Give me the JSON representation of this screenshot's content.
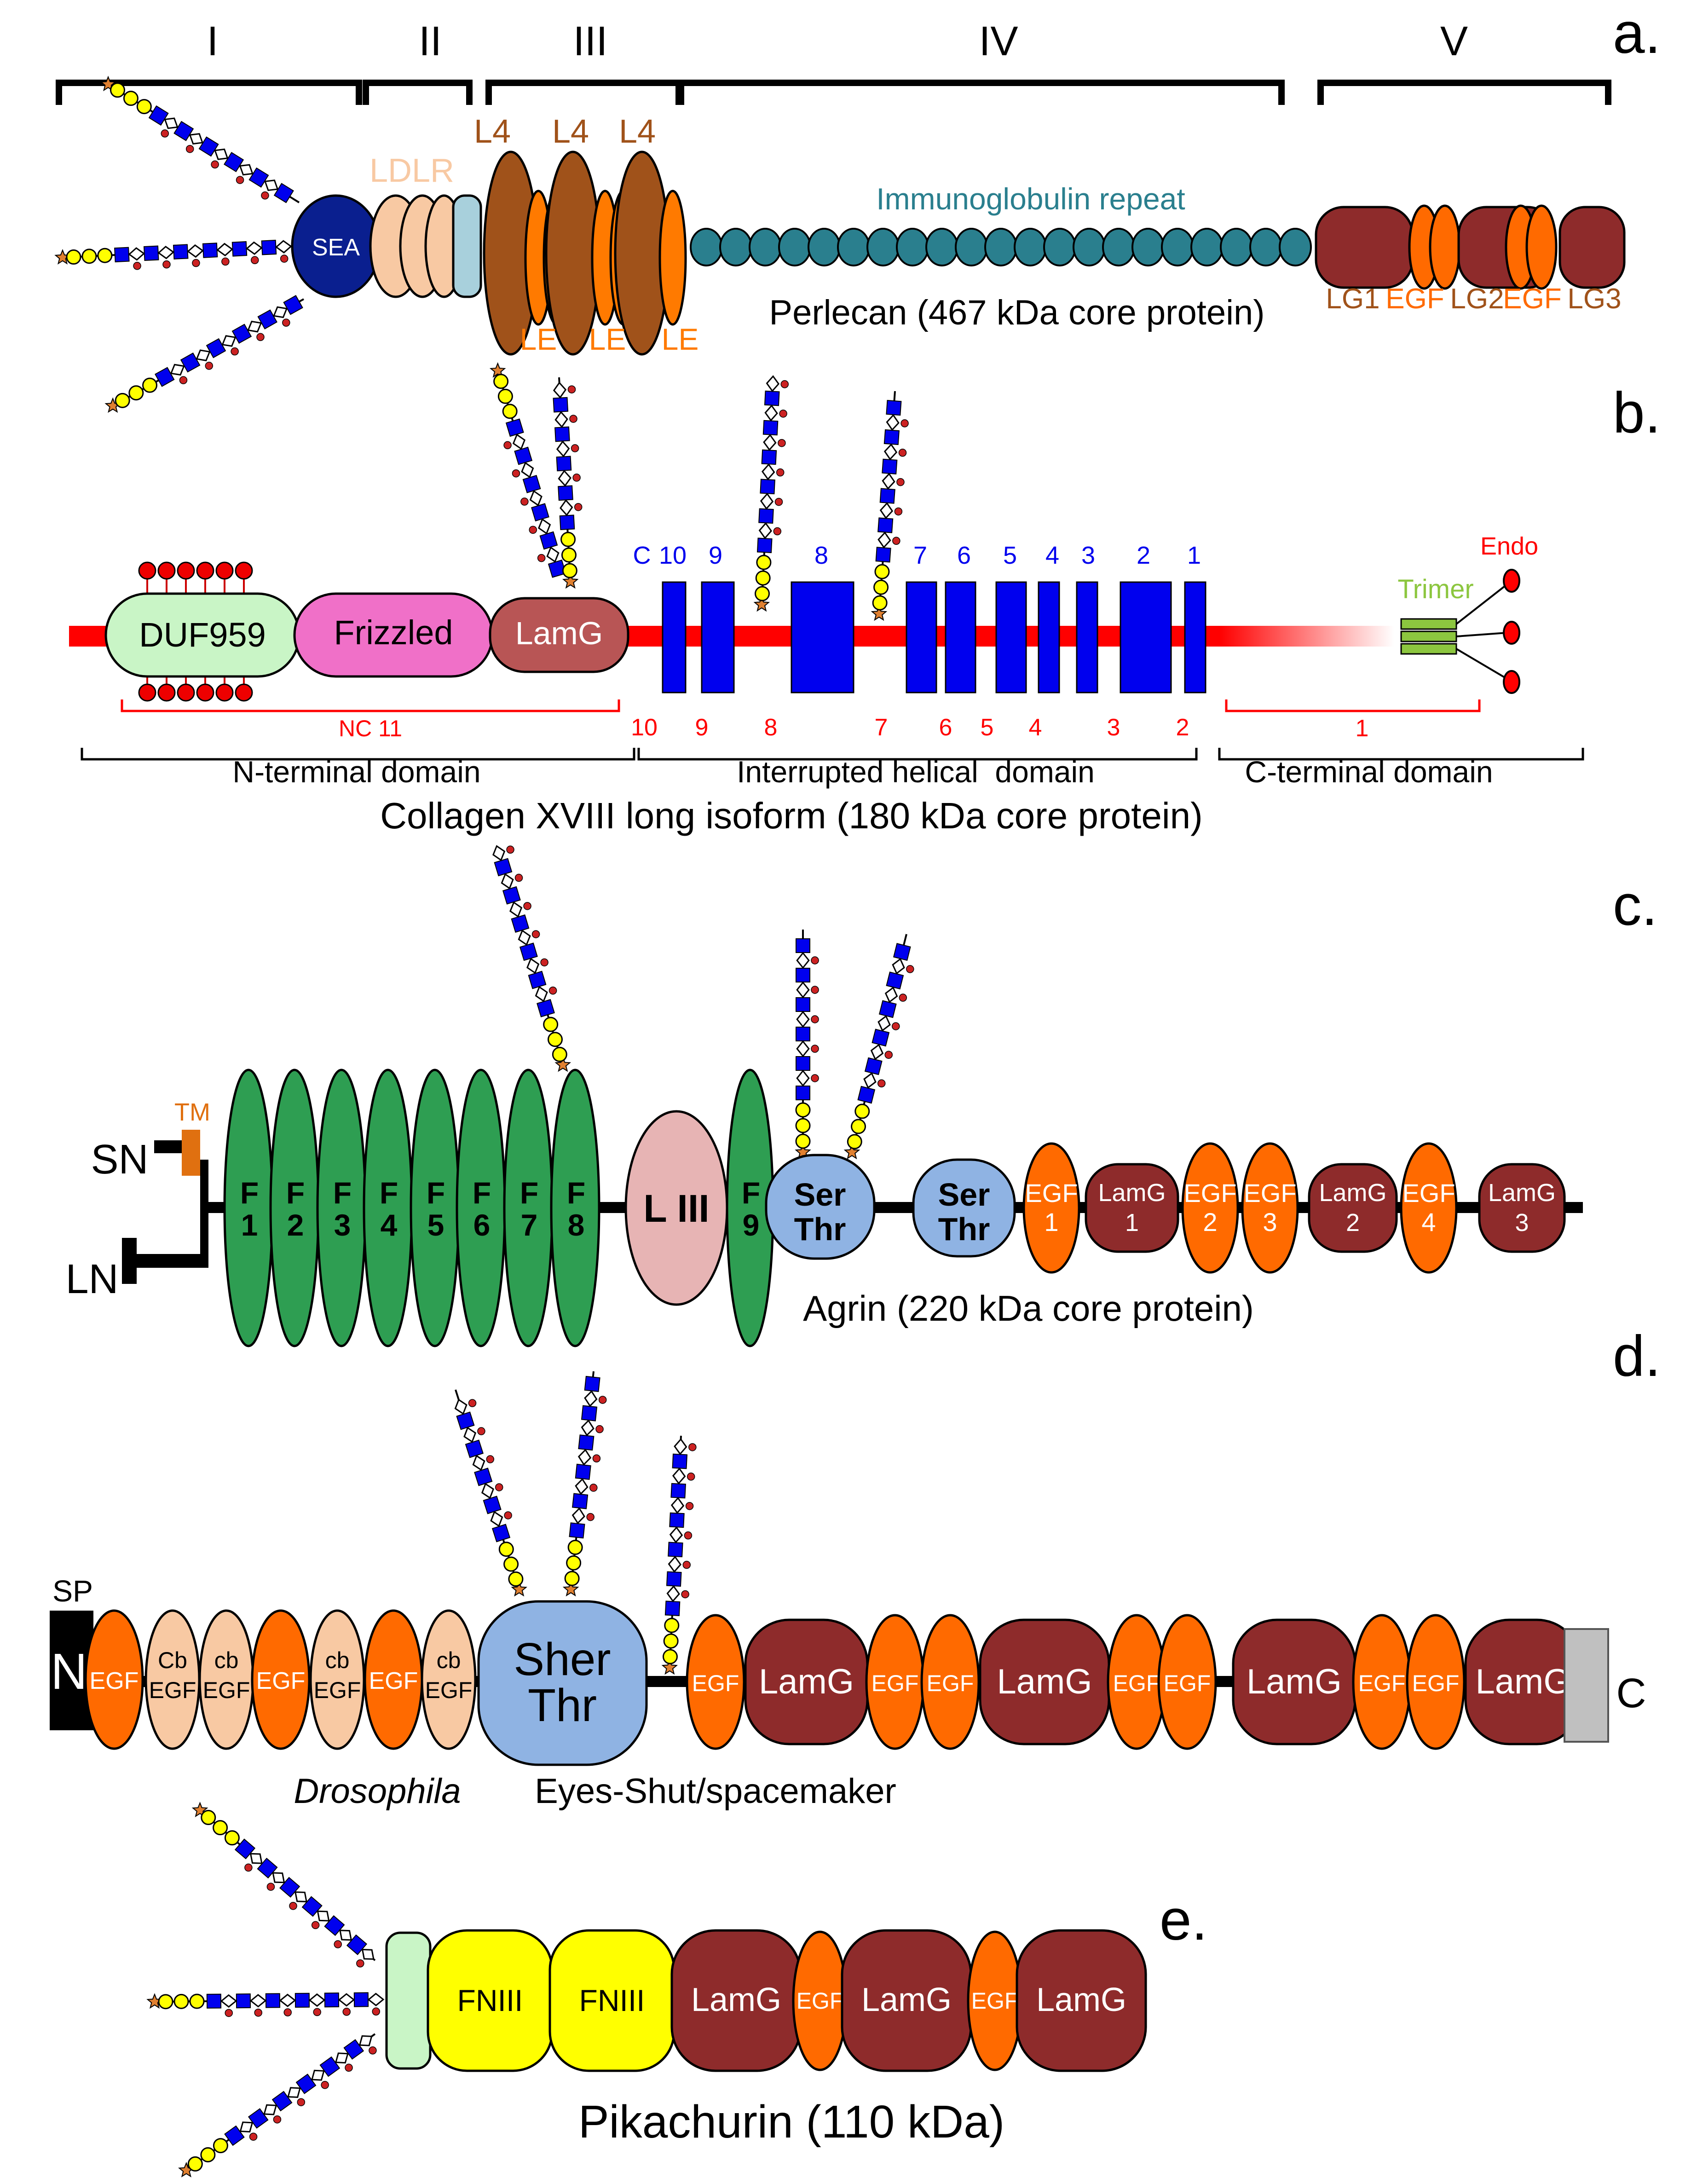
{
  "colors": {
    "sea": "#0a1f8f",
    "ldlr": "#f8c9a3",
    "ldlr_light": "#a8d0dc",
    "l4_brown": "#a0521a",
    "le_orange": "#ff7a00",
    "ig_teal": "#2a7f8e",
    "lg_maroon": "#8e2b2b",
    "egf_orange": "#ff6a00",
    "core_red": "#ff0000",
    "col_blue": "#0000ee",
    "duf_green": "#c9f5c6",
    "frizzled_pink": "#f070c8",
    "lamg_col": "#b85555",
    "trimer_green": "#8cc63f",
    "agrin_green": "#2e9e52",
    "liii_pink": "#e7b4b4",
    "serthr_blue": "#8fb3e3",
    "cb_peach": "#f8c9a3",
    "fniii_yellow": "#ffff00",
    "pika_green": "#c9f5c6",
    "gag_blue": "#0000ee",
    "gag_yellow": "#ffff00",
    "gag_red": "#cc2222",
    "tm_orange": "#e07010",
    "c_gray": "#c0c0c0"
  },
  "panel_a": {
    "letter": "a.",
    "regions": [
      "I",
      "II",
      "III",
      "IV",
      "V"
    ],
    "sea": "SEA",
    "ldlr": "LDLR",
    "l4": "L4",
    "le": "LE",
    "ig": "Immunoglobulin repeat",
    "lg_labels": [
      "LG1",
      "EGF",
      "LG2",
      "EGF",
      "LG3"
    ],
    "title": "Perlecan (467 kDa core protein)"
  },
  "panel_b": {
    "letter": "b.",
    "domains": {
      "duf": "DUF959",
      "frizzled": "Frizzled",
      "lamg": "LamG"
    },
    "col_numbers": [
      "C",
      "10",
      "9",
      "8",
      "7",
      "6",
      "5",
      "4",
      "3",
      "2",
      "1"
    ],
    "nc_numbers": [
      "10",
      "9",
      "8",
      "7",
      "6",
      "5",
      "4",
      "3",
      "2"
    ],
    "nc11": "NC 11",
    "nc1": "1",
    "trimer": "Trimer",
    "endo": "Endo",
    "n_domain": "N-terminal domain",
    "helical": "Interrupted helical  domain",
    "c_domain": "C-terminal domain",
    "title": "Collagen XVIII long isoform (180 kDa core protein)"
  },
  "panel_c": {
    "letter": "c.",
    "tm": "TM",
    "sn": "SN",
    "ln": "LN",
    "f_letter": "F",
    "f_numbers": [
      "1",
      "2",
      "3",
      "4",
      "5",
      "6",
      "7",
      "8"
    ],
    "liii": "L III",
    "f9": "9",
    "ser": "Ser",
    "thr": "Thr",
    "egf": "EGF",
    "lamg": "LamG",
    "egf_numbers": [
      "1",
      "2",
      "3",
      "4"
    ],
    "lamg_numbers": [
      "1",
      "2",
      "3"
    ],
    "title": "Agrin (220 kDa core protein)"
  },
  "panel_d": {
    "letter": "d.",
    "sp": "SP",
    "n": "N",
    "egf": "EGF",
    "cb_upper": "Cb",
    "cb_lower": "cb",
    "sher": "Sher",
    "thr": "Thr",
    "lamg": "LamG",
    "c": "C",
    "title_italic": "Drosophila",
    "title_rest": "Eyes-Shut/spacemaker"
  },
  "panel_e": {
    "letter": "e.",
    "fniii": "FNIII",
    "lamg": "LamG",
    "egf": "EGF",
    "title": "Pikachurin (110 kDa)"
  }
}
